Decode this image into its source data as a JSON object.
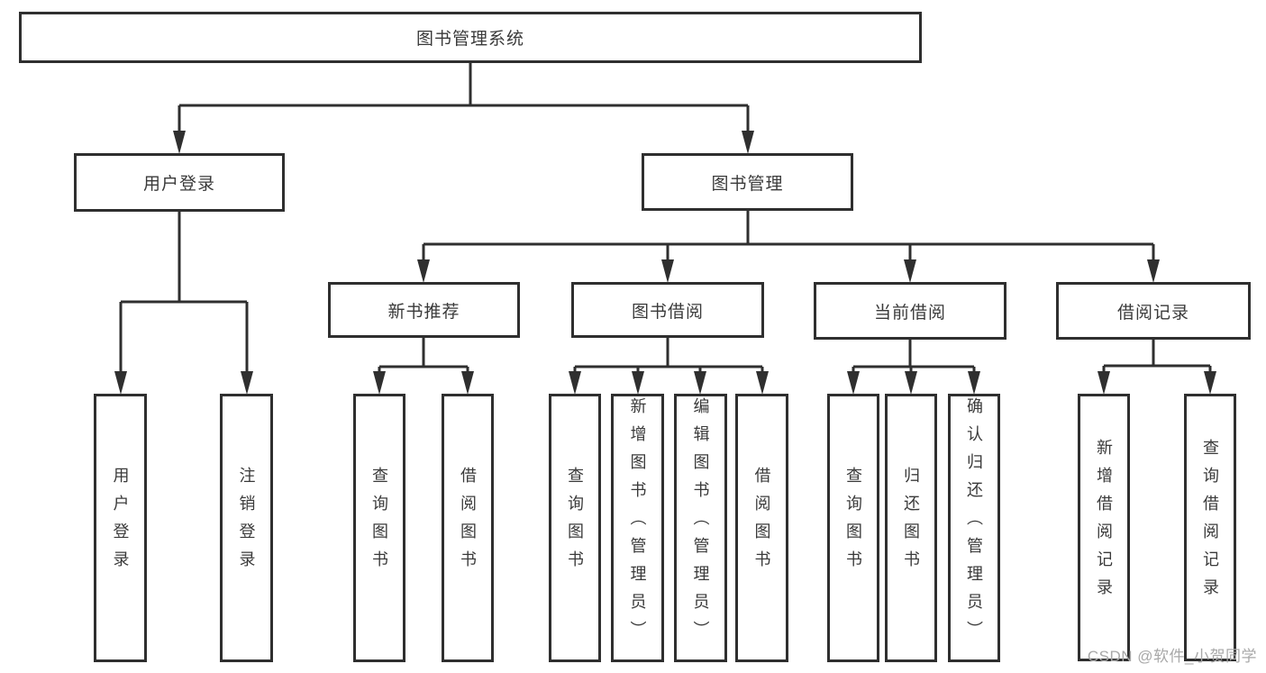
{
  "diagram": {
    "root": {
      "label": "图书管理系统"
    },
    "level2": [
      {
        "label": "用户登录"
      },
      {
        "label": "图书管理"
      }
    ],
    "level3": [
      {
        "label": "新书推荐"
      },
      {
        "label": "图书借阅"
      },
      {
        "label": "当前借阅"
      },
      {
        "label": "借阅记录"
      }
    ],
    "leaves": {
      "user_login": [
        "用户登录",
        "注销登录"
      ],
      "new_book": [
        "查询图书",
        "借阅图书"
      ],
      "book_borrow": [
        "查询图书",
        "新增图书（管理员）",
        "编辑图书（管理员）",
        "借阅图书"
      ],
      "current_borrow": [
        "查询图书",
        "归还图书",
        "确认归还（管理员）"
      ],
      "borrow_record": [
        "新增借阅记录",
        "查询借阅记录"
      ]
    },
    "colors": {
      "line": "#2f2f2f",
      "border": "#2f2f2f",
      "text": "#3a3a3a",
      "watermark": "#a8a8a8",
      "background": "#ffffff"
    }
  },
  "watermark": {
    "text": "CSDN @软件_小贺同学"
  }
}
